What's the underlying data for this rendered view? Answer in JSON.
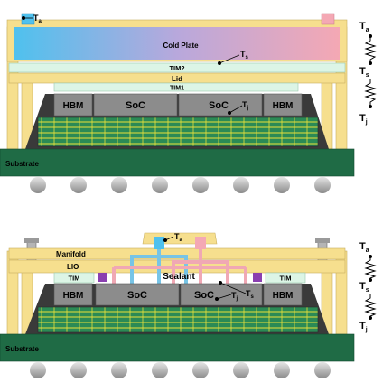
{
  "top": {
    "cold_plate": "Cold Plate",
    "tim2": "TIM2",
    "lid": "Lid",
    "tim1": "TIM1",
    "hbm_left": "HBM",
    "soc_left": "SoC",
    "soc_right": "SoC",
    "hbm_right": "HBM",
    "substrate": "Substrate",
    "ta": "T",
    "ta_sub": "a",
    "ts": "T",
    "ts_sub": "s",
    "tj": "T",
    "tj_sub": "j"
  },
  "bottom": {
    "manifold": "Manifold",
    "lio": "LIO",
    "sealant": "Sealant",
    "tim_left": "TIM",
    "tim_right": "TIM",
    "hbm_left": "HBM",
    "soc_left": "SoC",
    "soc_right": "SoC",
    "hbm_right": "HBM",
    "substrate": "Substrate",
    "ta": "T",
    "ta_sub": "a",
    "ts": "T",
    "ts_sub": "s",
    "tj": "T",
    "tj_sub": "j"
  },
  "resistor_top": {
    "ta": "T",
    "ta_sub": "a",
    "ts": "T",
    "ts_sub": "s",
    "tj": "T",
    "tj_sub": "j"
  },
  "resistor_bottom": {
    "ta": "T",
    "ta_sub": "a",
    "ts": "T",
    "ts_sub": "s",
    "tj": "T",
    "tj_sub": "j"
  },
  "colors": {
    "substrate": "#1f6b45",
    "die": "#8c8c8c",
    "housing": "#f6df8e",
    "tim": "#dcf5e6",
    "cold_plate_left": "#56c3ee",
    "cold_plate_right": "#f2a7b4",
    "channel_blue": "#77c4e6",
    "channel_pink": "#f0a8b4",
    "sealant": "#8a3fb0"
  }
}
